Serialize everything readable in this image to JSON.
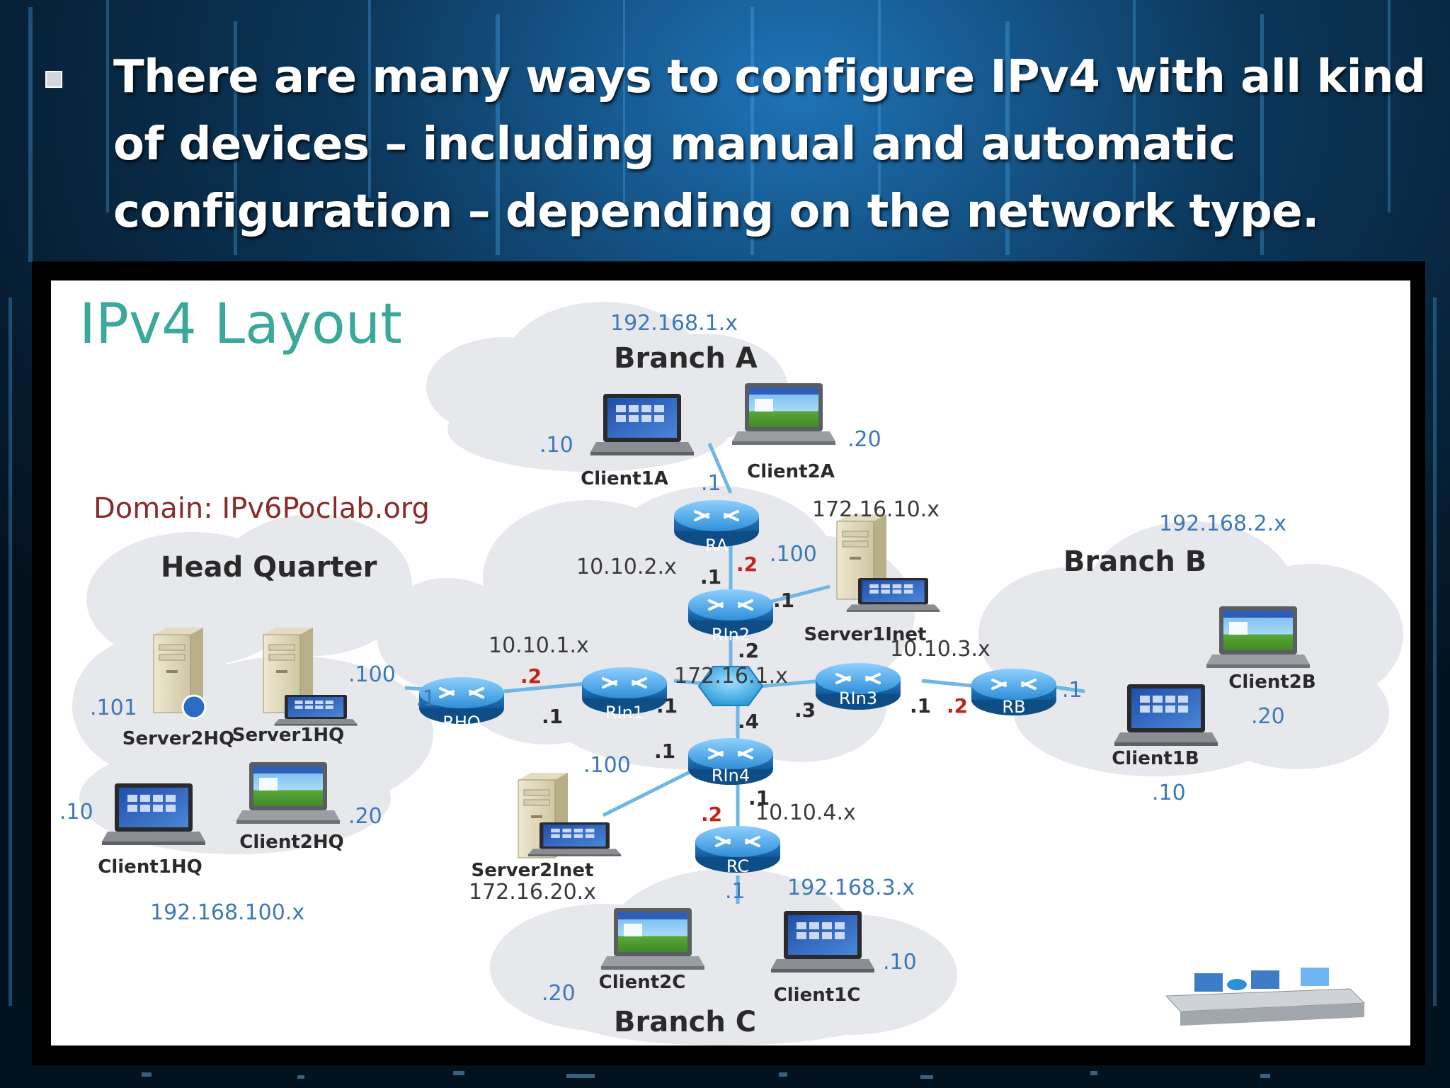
{
  "slide": {
    "bullet_text": "There are many ways to configure IPv4 with all kind of devices – including  manual and automatic configuration – depending on the network type."
  },
  "colors": {
    "background": "#041626",
    "text": "#ffffff",
    "title_teal": "#3aa89a",
    "domain_red": "#8a2a2a",
    "subnet_blue": "#3d78b8",
    "link_red": "#c0241c",
    "router_blue": "#2f8fd8",
    "cloud_gray": "#e6e8ec"
  },
  "diagram": {
    "title": "IPv4 Layout",
    "domain": "Domain: IPv6Poclab.org",
    "sites": {
      "hq": "Head Quarter",
      "branch_a": "Branch A",
      "branch_b": "Branch B",
      "branch_c": "Branch C"
    },
    "subnets": {
      "branch_a": "192.168.1.x",
      "branch_b": "192.168.2.x",
      "branch_c": "192.168.3.x",
      "hq": "192.168.100.x",
      "inet_a": "172.16.10.x",
      "inet_c": "172.16.20.x",
      "core": "172.16.1.x",
      "link_1": "10.10.1.x",
      "link_2": "10.10.2.x",
      "link_3": "10.10.3.x",
      "link_4": "10.10.4.x"
    },
    "routers": {
      "ra": "RA",
      "rb": "RB",
      "rc": "RC",
      "rhq": "RHQ",
      "rin1": "RIn1",
      "rin2": "RIn2",
      "rin3": "RIn3",
      "rin4": "RIn4"
    },
    "devices": {
      "client1a": "Client1A",
      "client2a": "Client2A",
      "client1b": "Client1B",
      "client2b": "Client2B",
      "client1c": "Client1C",
      "client2c": "Client2C",
      "client1hq": "Client1HQ",
      "client2hq": "Client2HQ",
      "server1hq": "Server1HQ",
      "server2hq": "Server2HQ",
      "server1inet": "Server1Inet",
      "server2inet": "Server2Inet"
    },
    "host_addresses": {
      "client1a": ".10",
      "client2a": ".20",
      "ra_lan": ".1",
      "server1inet": ".100",
      "client2b": ".20",
      "client1b": ".10",
      "rb_lan": ".1",
      "server1hq": ".100",
      "server2hq": ".101",
      "rhq_lan": ".1",
      "client1hq": ".10",
      "client2hq": ".20",
      "server2inet": ".100",
      "rc_lan": ".1",
      "client1c": ".10",
      "client2c": ".20"
    },
    "link_addresses": {
      "rhq_1": ".2",
      "rin1_1": ".1",
      "rin1_core": ".1",
      "ra_2": ".2",
      "rin2_2": ".1",
      "rin2_inet": ".1",
      "rin2_core": ".2",
      "rin3_core": ".3",
      "rin3_3": ".1",
      "rb_3": ".2",
      "rin4_core": ".4",
      "rin4_inet": ".1",
      "rin4_4": ".1",
      "rc_4": ".2"
    }
  }
}
